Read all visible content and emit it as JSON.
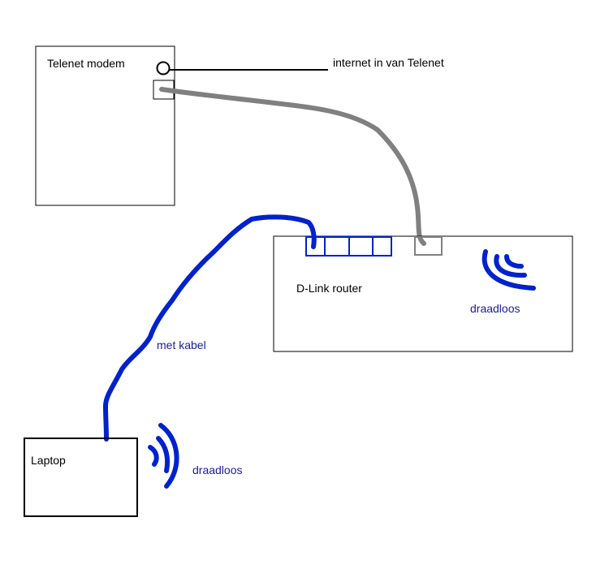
{
  "modem": {
    "label": "Telenet modem"
  },
  "internet": {
    "label": "internet in van Telenet"
  },
  "router": {
    "label": "D-Link router",
    "wireless_label": "draadloos"
  },
  "cable_label": "met kabel",
  "laptop": {
    "label": "Laptop",
    "wireless_label": "draadloos"
  },
  "colors": {
    "outline": "#000000",
    "wire_blue": "#0022cc",
    "wire_gray": "#808080",
    "text_black": "#000000",
    "text_blue": "#1a1aa0"
  }
}
